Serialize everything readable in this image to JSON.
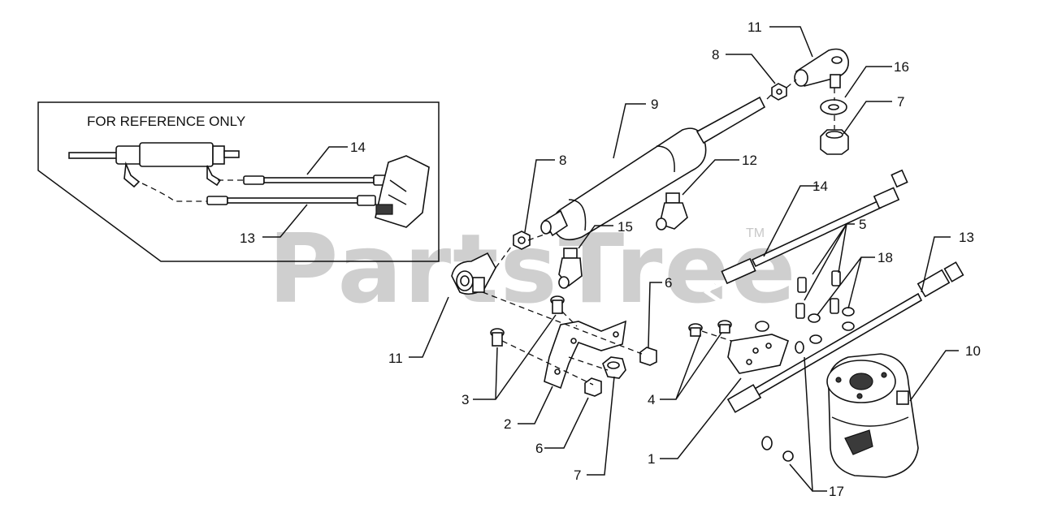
{
  "reference_box": {
    "title": "FOR REFERENCE ONLY"
  },
  "watermark": {
    "text": "PartsTree",
    "trademark": "TM"
  },
  "callouts": {
    "c1": "1",
    "c2": "2",
    "c3": "3",
    "c4": "4",
    "c5": "5",
    "c6a": "6",
    "c6b": "6",
    "c7a": "7",
    "c7b": "7",
    "c8a": "8",
    "c8b": "8",
    "c9": "9",
    "c10": "10",
    "c11a": "11",
    "c11b": "11",
    "c12": "12",
    "c13a": "13",
    "c13b": "13",
    "c14a": "14",
    "c14b": "14",
    "c15": "15",
    "c16": "16",
    "c17": "17",
    "c18": "18"
  }
}
